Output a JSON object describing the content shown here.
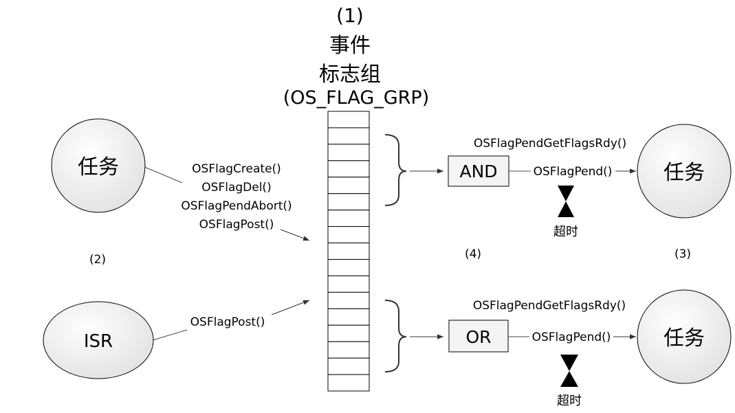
{
  "group": {
    "number": "(1)",
    "title_line1": "事件",
    "title_line2": "标志组",
    "title_line3": "(OS_FLAG_GRP)"
  },
  "task_left": {
    "label": "任务"
  },
  "isr": {
    "label": "ISR"
  },
  "task_calls": [
    "OSFlagCreate()",
    "OSFlagDel()",
    "OSFlagPendAbort()",
    "OSFlagPost()"
  ],
  "isr_call": "OSFlagPost()",
  "marker_2": "(2)",
  "marker_3": "(3)",
  "marker_4": "(4)",
  "and_branch": {
    "gate": "AND",
    "rdy_call": "OSFlagPendGetFlagsRdy()",
    "pend_call": "OSFlagPend()",
    "timeout": "超时",
    "task": "任务"
  },
  "or_branch": {
    "gate": "OR",
    "rdy_call": "OSFlagPendGetFlagsRdy()",
    "pend_call": "OSFlagPend()",
    "timeout": "超时",
    "task": "任务"
  },
  "flag_slots": 17,
  "colors": {
    "stroke": "#000000",
    "circle_fill": "#ececec",
    "box_fill": "#f4f4f4",
    "line": "#444444"
  }
}
